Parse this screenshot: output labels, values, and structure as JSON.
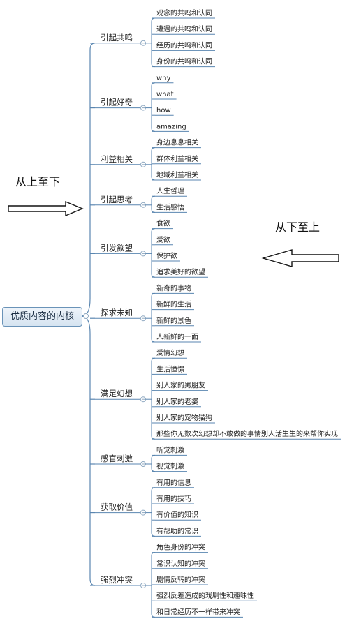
{
  "root": {
    "label": "优质内容的内核"
  },
  "notes": {
    "left": "从上至下",
    "right": "从下至上"
  },
  "colors": {
    "line": "#5a86b0",
    "root_border": "#6a93b8",
    "collapse": "#8fa9c2"
  },
  "branches": [
    {
      "label": "引起共鸣",
      "items": [
        "观念的共鸣和认同",
        "遭遇的共鸣和认同",
        "经历的共鸣和认同",
        "身份的共鸣和认同"
      ]
    },
    {
      "label": "引起好奇",
      "items": [
        "why",
        "what",
        "how",
        "amazing"
      ]
    },
    {
      "label": "利益相关",
      "items": [
        "身边息息相关",
        "群体利益相关",
        "地域利益相关"
      ]
    },
    {
      "label": "引起思考",
      "items": [
        "人生哲理",
        "生活感悟"
      ]
    },
    {
      "label": "引发欲望",
      "items": [
        "食欲",
        "爱欲",
        "保护欲",
        "追求美好的欲望"
      ]
    },
    {
      "label": "探求未知",
      "items": [
        "新奇的事物",
        "新鲜的生活",
        "新鲜的景色",
        "人新鲜的一面"
      ]
    },
    {
      "label": "满足幻想",
      "items": [
        "爱情幻想",
        "生活憧憬",
        "别人家的男朋友",
        "别人家的老婆",
        "别人家的宠物猫狗",
        "那些你无数次幻想却不敢做的事情别人活生生的来帮你实现"
      ]
    },
    {
      "label": "感官刺激",
      "items": [
        "听觉刺激",
        "视觉刺激"
      ]
    },
    {
      "label": "获取价值",
      "items": [
        "有用的信息",
        "有用的技巧",
        "有价值的知识",
        "有帮助的常识"
      ]
    },
    {
      "label": "强烈冲突",
      "items": [
        "角色身份的冲突",
        "常识认知的冲突",
        "剧情反转的冲突",
        "强烈反差造成的戏剧性和趣味性",
        "和日常经历不一样带来冲突"
      ]
    }
  ]
}
